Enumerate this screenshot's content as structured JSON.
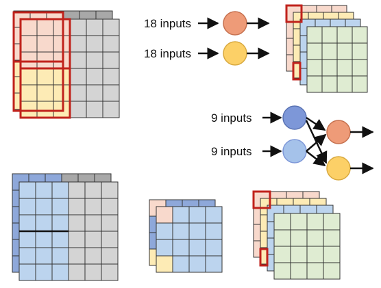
{
  "labels": {
    "input_a": "18 inputs",
    "input_b": "18 inputs",
    "input_c": "9 inputs",
    "input_d": "9 inputs"
  },
  "colors": {
    "gray": "#d4d4d4",
    "gray_dark": "#a8a8a8",
    "pink": "#f8d9cc",
    "yellow": "#fdebb5",
    "blue": "#bcd4ee",
    "blue_dark": "#8ea8da",
    "green": "#dfecd2",
    "highlight_red": "#c0221c",
    "node_orange": "#ee9b78",
    "node_yellow": "#fcd067",
    "node_blue_dark": "#7d97d8",
    "node_blue_light": "#a5c2ea",
    "grid_line": "#333333"
  },
  "icons": [
    "arrow-icon",
    "neuron-icon"
  ]
}
